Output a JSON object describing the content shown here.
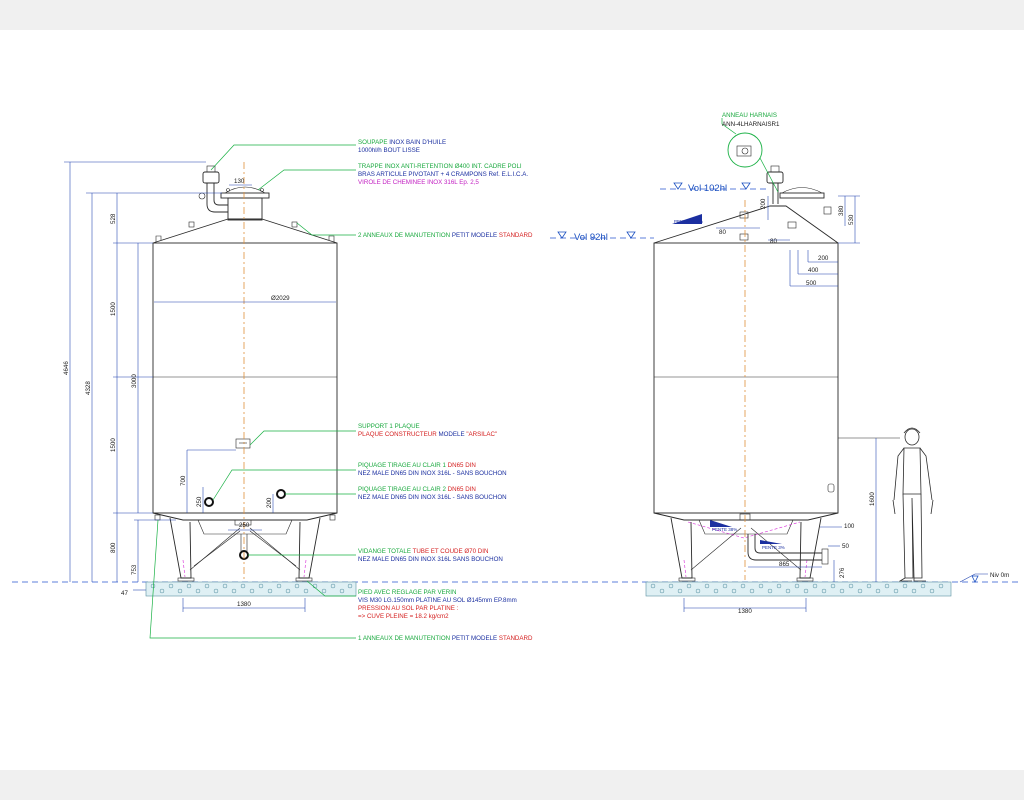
{
  "colors": {
    "green": "#18a83d",
    "blue": "#1b2fa0",
    "red": "#d41e1e",
    "magenta": "#c21ec2",
    "axis": "#e0913a"
  },
  "callouts": {
    "c1": {
      "a": "SOUPAPE",
      "b": "INOX BAIN D'HUILE",
      "c": "1000hl/h",
      "d": "BOUT LISSE"
    },
    "c2": {
      "l1": "TRAPPE INOX ANTI-RETENTION Ø400 INT. CADRE POLI",
      "l2a": "BRAS ARTICULE PIVOTANT + 4 CRAMPONS",
      "l2b": "Ref. E.L.I.C.A.",
      "l3": "VIROLE DE CHEMINEE INOX 316L Ep. 2,5"
    },
    "c3": {
      "a": "2 ANNEAUX DE MANUTENTION",
      "b": "PETIT MODELE",
      "c": "STANDARD"
    },
    "c4": {
      "a": "SUPPORT 1 PLAQUE",
      "b": "PLAQUE CONSTRUCTEUR",
      "c": "MODELE",
      "d": "\"ARSILAC\""
    },
    "c5": {
      "a": "PIQUAGE TIRAGE AU CLAIR 1",
      "b": "DN65 DIN",
      "c": "NEZ MALE DN65 DIN INOX 316L - SANS BOUCHON"
    },
    "c6": {
      "a": "PIQUAGE TIRAGE AU CLAIR 2",
      "b": "DN65 DIN",
      "c": "NEZ MALE DN65 DIN INOX 316L - SANS BOUCHON"
    },
    "c7": {
      "a": "VIDANGE TOTALE",
      "b": "TUBE ET COUDE Ø70 DIN",
      "c": "NEZ MALE DN65 DIN INOX 316L SANS BOUCHON"
    },
    "c8": {
      "l1": "PIED AVEC REGLAGE PAR VERIN",
      "l2a": "VIS M30 LG.150mm",
      "l2b": "PLATINE AU SOL Ø145mm EP.8mm",
      "l3": "PRESSION AU SOL PAR PLATINE :",
      "l4": "=> CUVE PLEINE = 18.2 kg/cm2"
    },
    "c9": {
      "a": "1 ANNEAUX DE MANUTENTION",
      "b": "PETIT MODELE",
      "c": "STANDARD"
    },
    "c10": {
      "a": "ANNEAU HARNAIS",
      "b": "ANN-4LHARNAISR1"
    }
  },
  "dims_left": {
    "h4646": "4646",
    "h4328": "4328",
    "h528": "528",
    "h1500a": "1500",
    "h3000": "3000",
    "h1500b": "1500",
    "h800": "800",
    "h753": "753",
    "h47": "47",
    "h700": "700",
    "h250v": "250",
    "h200": "200",
    "h250h": "250",
    "d130": "130",
    "dia": "Ø2029",
    "w1380": "1380"
  },
  "dims_right": {
    "vol1": "Vol 102hl",
    "vol2": "Vol 92hl",
    "pente1": "PENTE 21.3%",
    "pente2": "PENTE 38%",
    "pente3": "PENTE 3%",
    "d200v": "200",
    "d80a": "80",
    "d80b": "80",
    "d380": "380",
    "d530": "530",
    "d200h": "200",
    "d400": "400",
    "d500": "500",
    "d1600": "1600",
    "d100": "100",
    "d50": "50",
    "d865": "865",
    "d276": "276",
    "d1380": "1380",
    "niv": "Niv 0m"
  }
}
